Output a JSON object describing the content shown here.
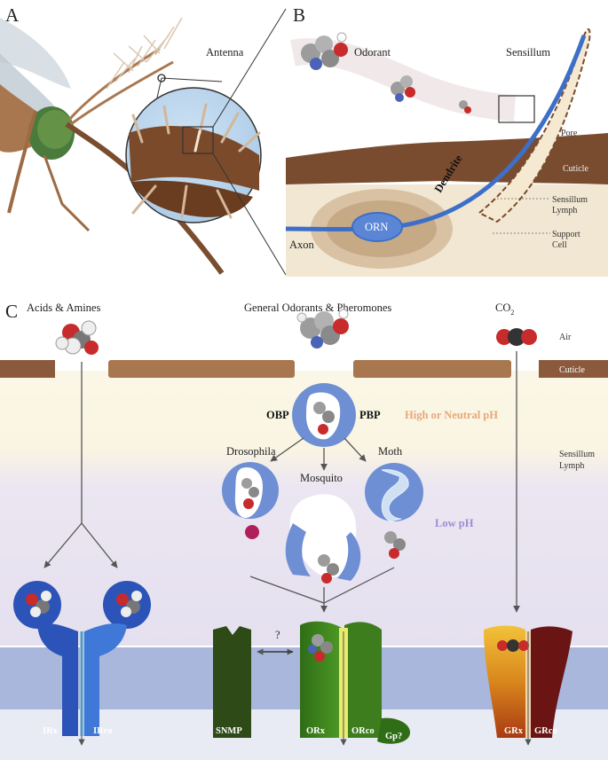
{
  "panel_a": {
    "letter": "A",
    "antenna_label": "Antenna"
  },
  "panel_b": {
    "letter": "B",
    "odorant_label": "Odorant",
    "sensillum_label": "Sensillum",
    "pore_label": "Pore",
    "cuticle_label": "Cuticle",
    "lymph_label_1": "Sensillum",
    "lymph_label_2": "Lymph",
    "support_label_1": "Support",
    "support_label_2": "Cell",
    "dendrite_label": "Dendrite",
    "orn_label": "ORN",
    "axon_label": "Axon"
  },
  "panel_c": {
    "letter": "C",
    "acids_label": "Acids & Amines",
    "general_label": "General Odorants & Pheromones",
    "co2_label_main": "CO",
    "co2_label_sub": "2",
    "air_label": "Air",
    "cuticle_label": "Cuticle",
    "obp_label": "OBP",
    "pbp_label": "PBP",
    "high_ph_label": "High or Neutral pH",
    "lymph_label_1": "Sensillum",
    "lymph_label_2": "Lymph",
    "drosophila_label": "Drosophila",
    "mosquito_label": "Mosquito",
    "moth_label": "Moth",
    "low_ph_label": "Low pH",
    "question_label": "?",
    "receptors": {
      "irx": "IRx",
      "irco": "IRco",
      "snmp": "SNMP",
      "orx": "ORx",
      "orco": "ORco",
      "gp": "Gp?",
      "grx": "GRx",
      "grco": "GRco"
    }
  },
  "colors": {
    "cuticle_brown": "#8b5a3c",
    "lymph_cream": "#fbf6e3",
    "lymph_lavender": "#e6e1ef",
    "membrane_blue": "#a9b7d8",
    "ir_blue": "#2c53b8",
    "obp_blue": "#6f8fd4",
    "or_green": "#3e7d1e",
    "snmp_green": "#2d4a17",
    "gr_dark": "#6b1414",
    "gr_orange": "#e0a21c",
    "high_ph_text": "#e8a77a",
    "low_ph_text": "#9b8fd2"
  }
}
